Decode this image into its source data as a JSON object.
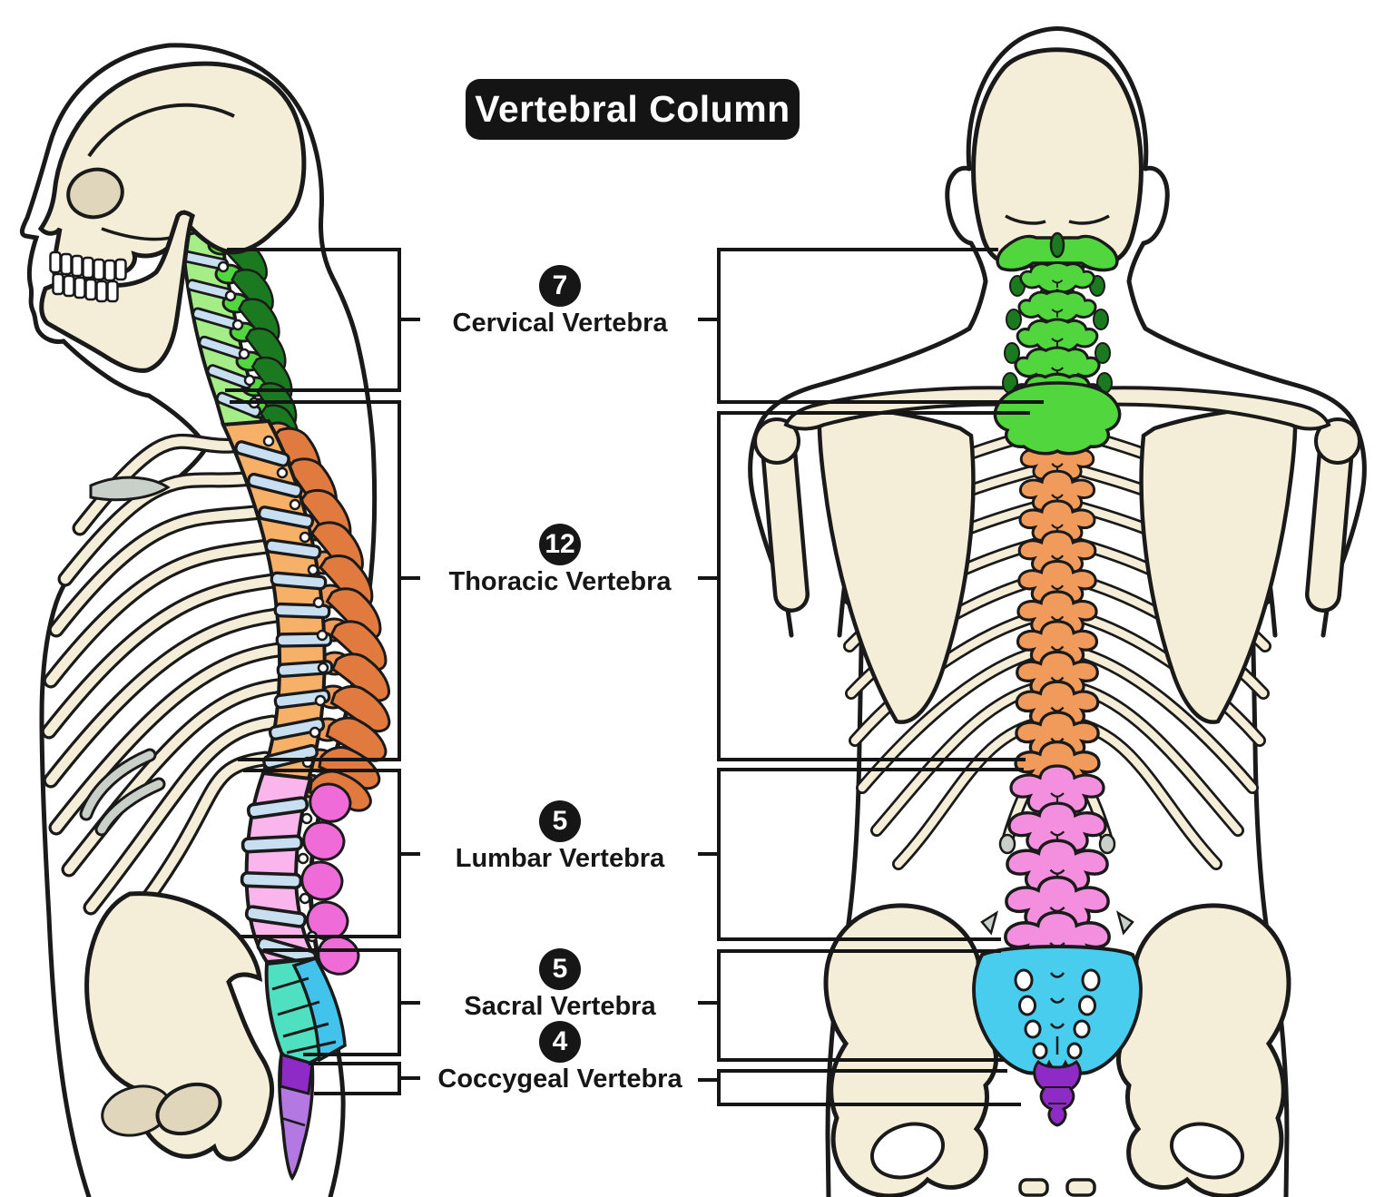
{
  "title": "Vertebral Column",
  "labels": [
    {
      "count": "7",
      "name": "Cervical Vertebra"
    },
    {
      "count": "12",
      "name": "Thoracic Vertebra"
    },
    {
      "count": "5",
      "name": "Lumbar Vertebra"
    },
    {
      "count": "5",
      "name": "Sacral Vertebra"
    },
    {
      "count": "4",
      "name": "Coccygeal Vertebra"
    }
  ],
  "palette": {
    "cervical_green_light": "#A5ED86",
    "cervical_green": "#52D63D",
    "cervical_green_dark": "#1B7A1F",
    "thoracic_orange_light": "#F7B067",
    "thoracic_orange": "#F09A5B",
    "thoracic_orange_dark": "#E07A3E",
    "lumbar_pink_light": "#F9B5EC",
    "lumbar_pink": "#EF6BD8",
    "sacral_teal": "#4FE0C1",
    "sacral_blue": "#41C3EC",
    "sacral_cyan_posterior": "#49CDEE",
    "coccygeal_purple": "#8E2BC7",
    "coccygeal_purple_light": "#B478E3",
    "disc_blue": "#C8DFF2",
    "bone_cream": "#F4EDD8",
    "bone_shadow": "#E0D6BB",
    "cartilage_gray": "#C9CFC9",
    "outline_black": "#1A1A1A",
    "label_bg": "#141414",
    "label_text": "#FFFFFF"
  }
}
